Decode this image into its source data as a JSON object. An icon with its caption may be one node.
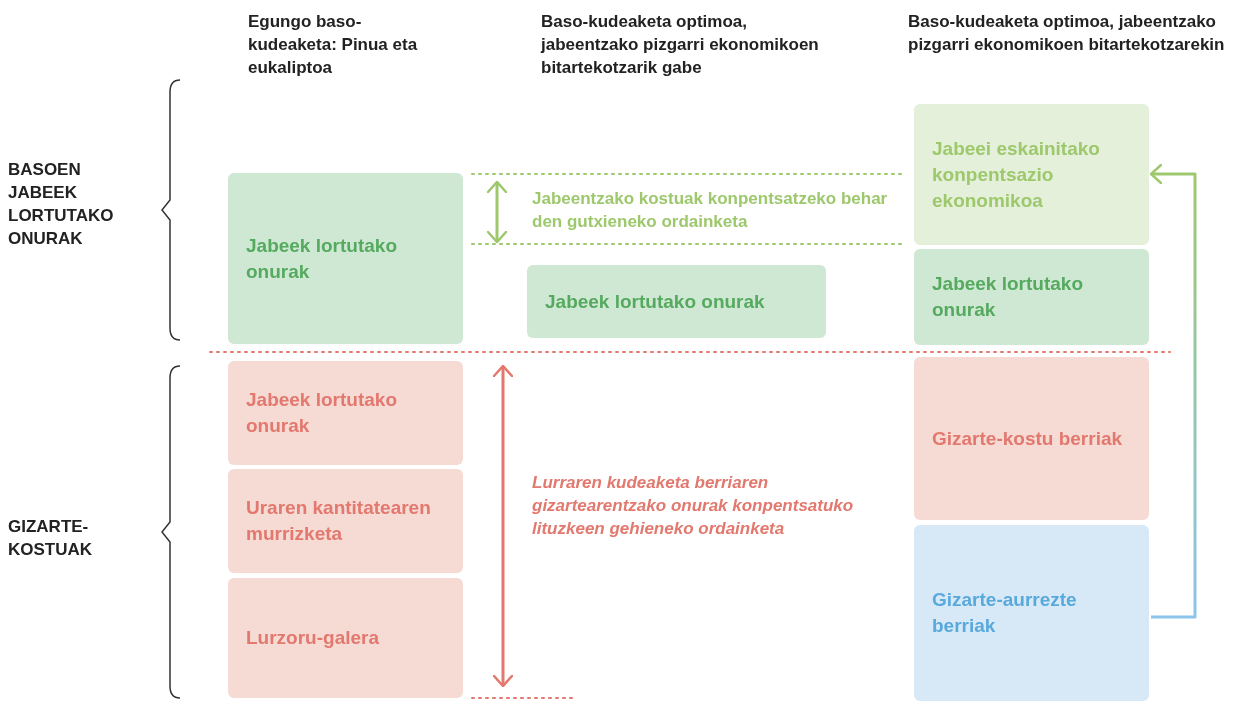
{
  "diagram": {
    "nodes": [
      {
        "text": [
          "Jabeek lortutako onurak"
        ]
      },
      {
        "text": [
          "Jabeek lortutako onurak"
        ]
      },
      {
        "text": [
          "Uraren kantitatearen murrizketa"
        ]
      },
      {
        "text": [
          "Lurzoru-galera"
        ]
      },
      {
        "text": [
          "Jabeek lortutako onurak"
        ]
      },
      {
        "text": [
          "Jabeei eskainitako konpentsazio ekonomikoa"
        ]
      },
      {
        "text": [
          "Jabeek lortutako onurak"
        ]
      },
      {
        "text": [
          "Gizarte-kostu berriak"
        ]
      },
      {
        "text": [
          "Gizarte-aurrezte berriak"
        ]
      }
    ],
    "edges": [
      {
        "from": 8,
        "to": 5,
        "arrow": "to"
      }
    ],
    "labels": [
      "Egungo baso-kudeaketa: Pinua eta eukaliptoa",
      "Baso-kudeaketa optimoa, jabeentzako pizgarri ekonomikoen bitartekotzarik gabe",
      "Baso-kudeaketa optimoa, jabeentzako pizgarri ekonomikoen bitartekotzarekin",
      "BASOEN JABEEK LORTUTAKO ONURAK",
      "Jabeentzako kostuak konpentsatzeko behar den gutxieneko ordainketa",
      "GIZARTE-KOSTUAK",
      "Lurraren kudeaketa berriaren gizartearentzako onurak konpentsatuko lituzkeen gehieneko ordainketa"
    ]
  }
}
